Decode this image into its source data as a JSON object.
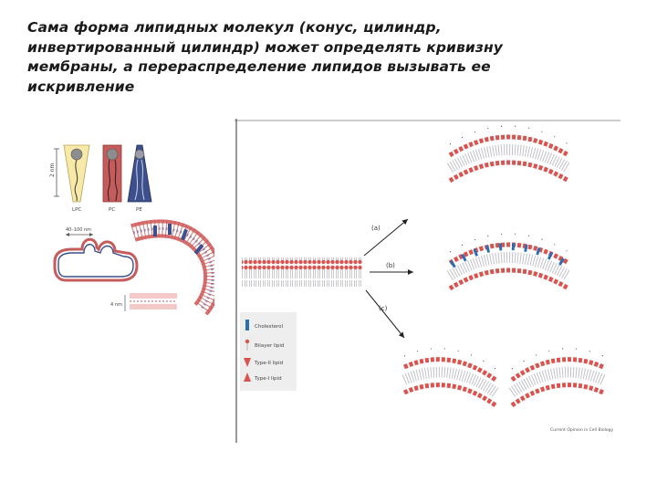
{
  "slide": {
    "title_lines": [
      "Сама форма липидных молекул (конус, цилиндр,",
      "инвертированный цилиндр) может определять кривизну",
      "мембраны, а перераспределение липидов вызывать ее",
      "искривление"
    ]
  },
  "figure_left": {
    "scale_label": "2 nm",
    "lipid_labels": [
      "LPC",
      "PC",
      "PE"
    ],
    "width_label": "40–100 nm",
    "height_label": "4 nm"
  },
  "figure_right": {
    "path_labels": [
      "(a)",
      "(b)",
      "(c)"
    ],
    "legend": [
      {
        "label": "Cholesterol"
      },
      {
        "label": "Bilayer lipid"
      },
      {
        "label": "Type-II lipid"
      },
      {
        "label": "Type-I lipid"
      }
    ],
    "credit": "Current Opinion in Cell Biology"
  },
  "colors": {
    "head_red": "#d9534f",
    "tail_grey": "#a8a8b0",
    "cholesterol_blue": "#2b6fb3",
    "cone_blue": "#3d4f8c",
    "box_red": "#c65b5b",
    "arrow": "#222222"
  }
}
